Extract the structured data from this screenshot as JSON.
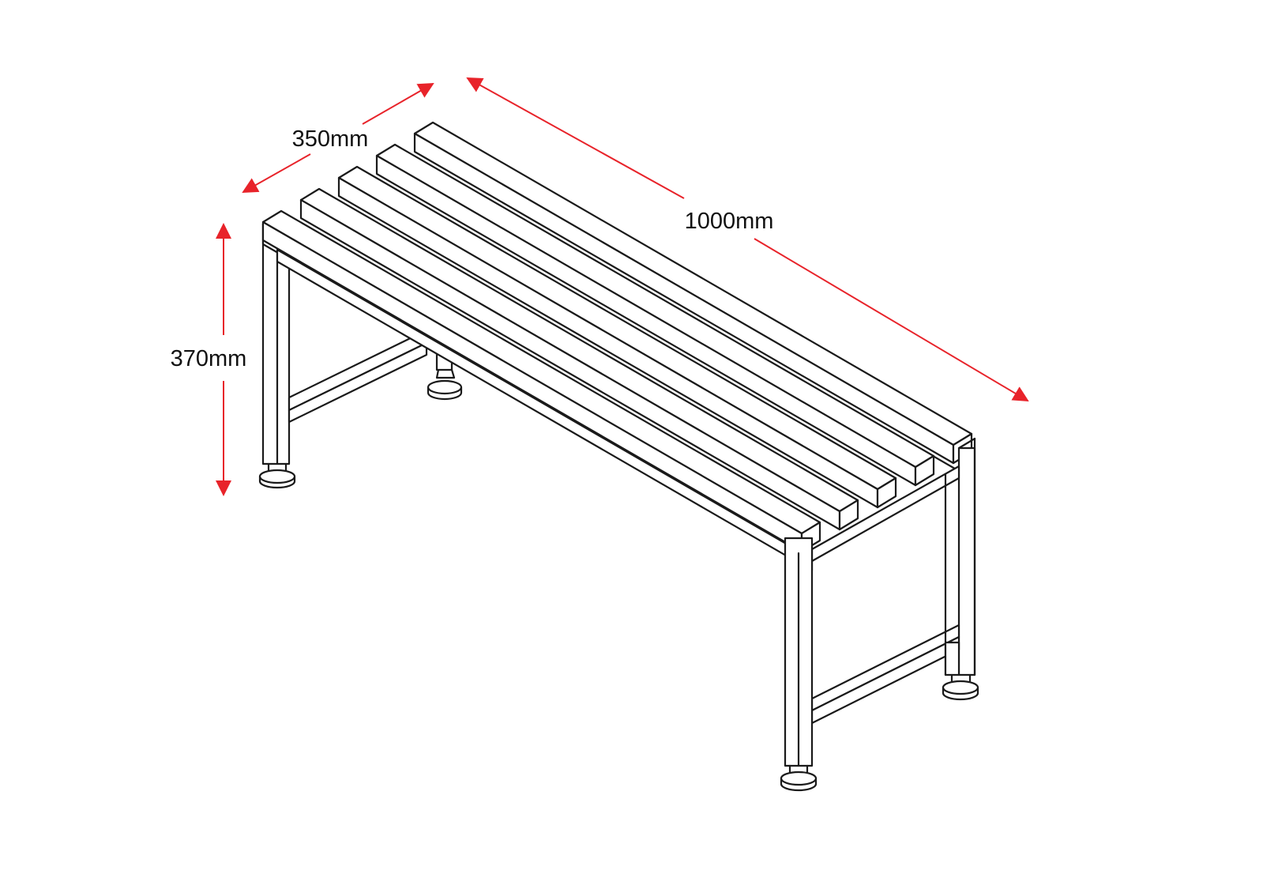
{
  "colors": {
    "dimension": "#e8232a",
    "line": "#1a1a1a",
    "background": "#ffffff"
  },
  "dimensions": {
    "depth": "350mm",
    "length": "1000mm",
    "height": "370mm"
  }
}
